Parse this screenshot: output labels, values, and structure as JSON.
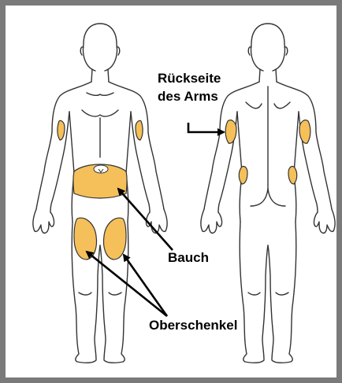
{
  "diagram": {
    "labels": {
      "arm_line1": "Rückseite",
      "arm_line2": "des Arms",
      "abdomen": "Bauch",
      "thigh": "Oberschenkel"
    },
    "colors": {
      "frame": "#7a7a7a",
      "injection_site": "#f5c05a",
      "outline": "#333333",
      "arrow": "#000000"
    }
  }
}
